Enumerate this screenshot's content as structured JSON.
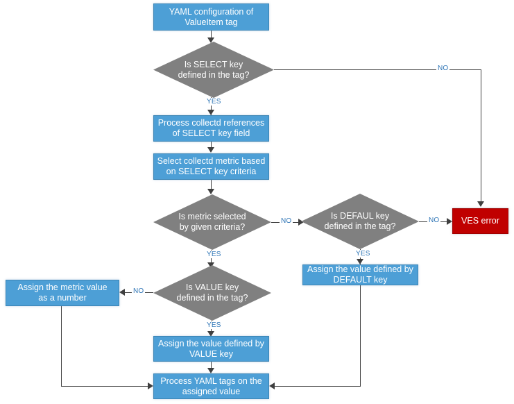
{
  "diagram": {
    "title": "YAML ValueItem tag processing flowchart",
    "colors": {
      "process_fill": "#4D9FD6",
      "decision_fill": "#808080",
      "error_fill": "#C00000",
      "label_text": "#2E75B6",
      "connector": "#3F3F3F",
      "node_text": "#FFFFFF"
    },
    "nodes": {
      "start": {
        "type": "process",
        "text": "YAML configuration of\nValueItem tag"
      },
      "select_key_decision": {
        "type": "decision",
        "text": "Is SELECT key\ndefined in the tag?"
      },
      "process_refs": {
        "type": "process",
        "text": "Process collectd references\nof SELECT key field"
      },
      "select_metric": {
        "type": "process",
        "text": "Select collectd metric based\non SELECT key criteria"
      },
      "metric_selected_decision": {
        "type": "decision",
        "text": "Is metric selected\nby given criteria?"
      },
      "defaul_key_decision": {
        "type": "decision",
        "text": "Is DEFAUL key\ndefined in the tag?"
      },
      "ves_error": {
        "type": "error",
        "text": "VES error"
      },
      "assign_default": {
        "type": "process",
        "text": "Assign the value defined by\nDEFAULT key"
      },
      "value_key_decision": {
        "type": "decision",
        "text": "Is VALUE key\ndefined in the tag?"
      },
      "assign_number": {
        "type": "process",
        "text": "Assign the metric value\nas a number"
      },
      "assign_value": {
        "type": "process",
        "text": "Assign the value defined by\nVALUE key"
      },
      "process_yaml": {
        "type": "process",
        "text": "Process YAML tags on the\nassigned value"
      }
    },
    "edge_labels": {
      "select_no": "NO",
      "select_yes": "YES",
      "metric_no": "NO",
      "metric_yes": "YES",
      "defaul_no": "NO",
      "defaul_yes": "YES",
      "value_no": "NO",
      "value_yes": "YES"
    }
  }
}
